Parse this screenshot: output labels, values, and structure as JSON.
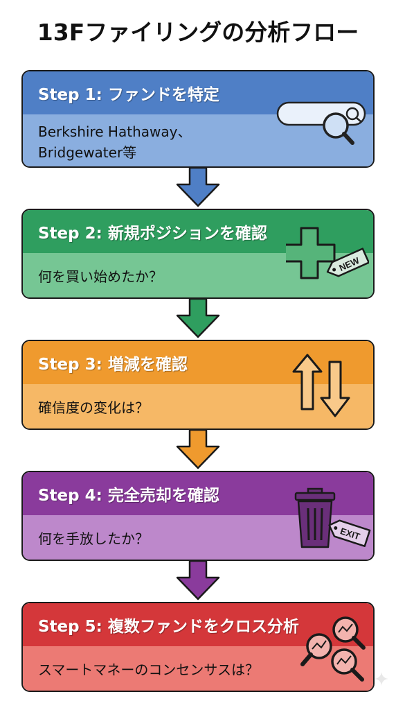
{
  "title": "13Fファイリングの分析フロー",
  "steps": [
    {
      "heading": "Step 1: ファンドを特定",
      "text": "Berkshire Hathaway、\nBridgewater等",
      "head_color": "#4f7fc6",
      "body_color": "#8aaedf",
      "icon": "search-bar-magnifier-icon"
    },
    {
      "heading": "Step 2: 新規ポジションを確認",
      "text": "何を買い始めたか？",
      "head_color": "#2f9e5f",
      "body_color": "#76c694",
      "icon": "plus-new-tag-icon",
      "tag": "NEW"
    },
    {
      "heading": "Step 3: 増減を確認",
      "text": "確信度の変化は？",
      "head_color": "#ef9a2e",
      "body_color": "#f6b866",
      "icon": "up-down-arrows-icon"
    },
    {
      "heading": "Step 4: 完全売却を確認",
      "text": "何を手放したか？",
      "head_color": "#8a3b9c",
      "body_color": "#bd88cb",
      "icon": "trash-exit-tag-icon",
      "tag": "EXIT"
    },
    {
      "heading": "Step 5: 複数ファンドをクロス分析",
      "text": "スマートマネーのコンセンサスは？",
      "head_color": "#d4373a",
      "body_color": "#ec7a74",
      "icon": "multiple-magnifiers-icon"
    }
  ]
}
